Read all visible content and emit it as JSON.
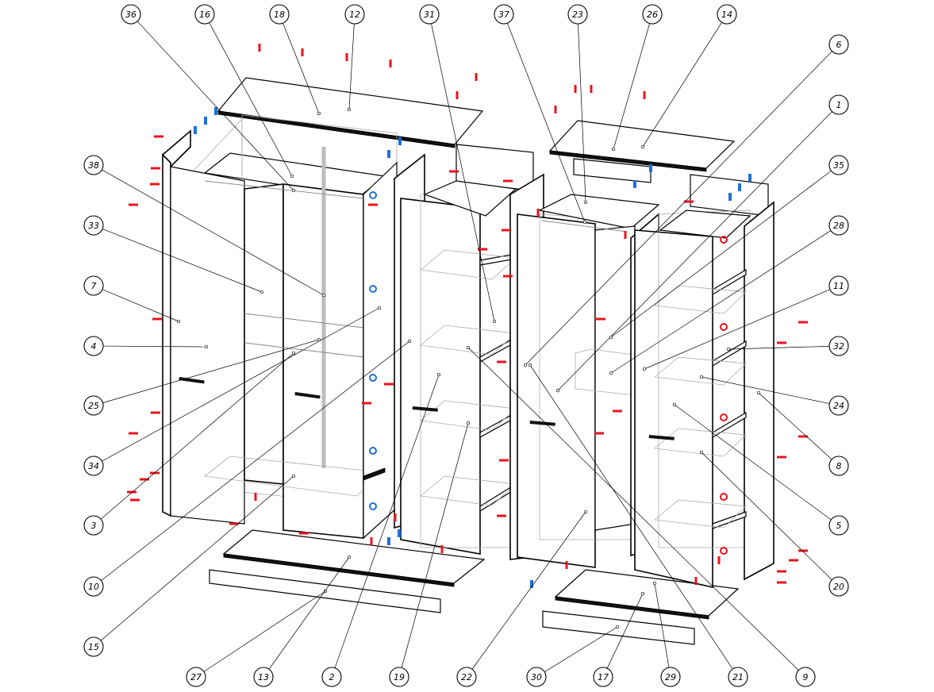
{
  "callouts": [
    {
      "id": "c36",
      "label": "36"
    },
    {
      "id": "c16",
      "label": "16"
    },
    {
      "id": "c18",
      "label": "18"
    },
    {
      "id": "c12",
      "label": "12"
    },
    {
      "id": "c31",
      "label": "31"
    },
    {
      "id": "c37",
      "label": "37"
    },
    {
      "id": "c23",
      "label": "23"
    },
    {
      "id": "c26",
      "label": "26"
    },
    {
      "id": "c14",
      "label": "14"
    },
    {
      "id": "c6",
      "label": "6"
    },
    {
      "id": "c1",
      "label": "1"
    },
    {
      "id": "c35",
      "label": "35"
    },
    {
      "id": "c28",
      "label": "28"
    },
    {
      "id": "c11",
      "label": "11"
    },
    {
      "id": "c32",
      "label": "32"
    },
    {
      "id": "c24",
      "label": "24"
    },
    {
      "id": "c8",
      "label": "8"
    },
    {
      "id": "c5",
      "label": "5"
    },
    {
      "id": "c20",
      "label": "20"
    },
    {
      "id": "c38",
      "label": "38"
    },
    {
      "id": "c33",
      "label": "33"
    },
    {
      "id": "c7",
      "label": "7"
    },
    {
      "id": "c4",
      "label": "4"
    },
    {
      "id": "c25",
      "label": "25"
    },
    {
      "id": "c34",
      "label": "34"
    },
    {
      "id": "c3",
      "label": "3"
    },
    {
      "id": "c10",
      "label": "10"
    },
    {
      "id": "c15",
      "label": "15"
    },
    {
      "id": "c27",
      "label": "27"
    },
    {
      "id": "c13",
      "label": "13"
    },
    {
      "id": "c2",
      "label": "2"
    },
    {
      "id": "c19",
      "label": "19"
    },
    {
      "id": "c22",
      "label": "22"
    },
    {
      "id": "c30",
      "label": "30"
    },
    {
      "id": "c17",
      "label": "17"
    },
    {
      "id": "c29",
      "label": "29"
    },
    {
      "id": "c21",
      "label": "21"
    },
    {
      "id": "c9",
      "label": "9"
    }
  ],
  "colors": {
    "fastener_red": "#e8141b",
    "fastener_blue": "#1f6fd6",
    "line": "#000000"
  },
  "icons": [
    "screw-icon",
    "dowel-icon",
    "cam-lock-icon",
    "handle-icon"
  ]
}
